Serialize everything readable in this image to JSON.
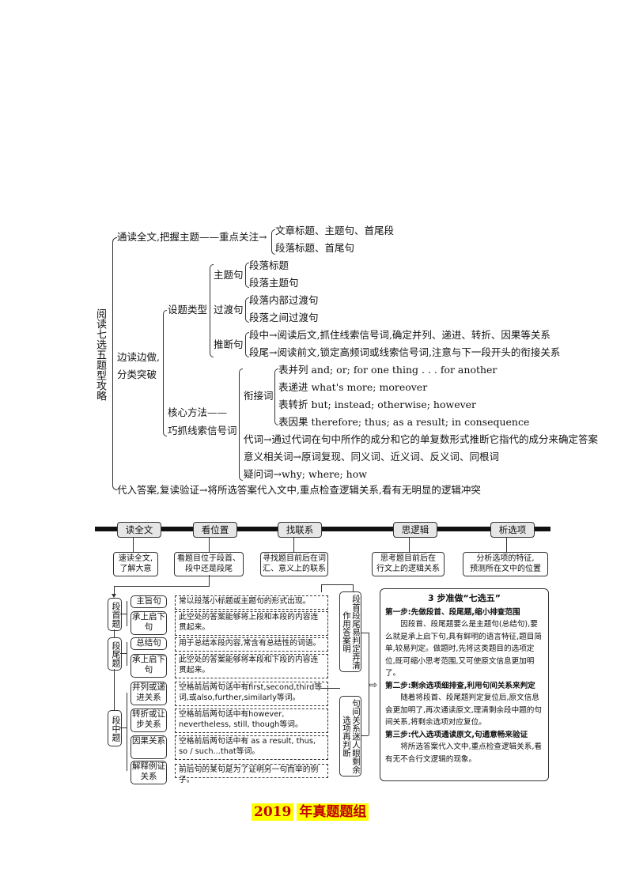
{
  "mindmap": {
    "root": "阅读七选五题型攻略",
    "branch1": {
      "label": "通读全文,把握主题——重点关注→",
      "items": [
        "文章标题、主题句、首尾段",
        "段落标题、首尾句"
      ]
    },
    "branch2": {
      "label_line1": "边读边做,",
      "label_line2": "分类突破",
      "question_types": {
        "label": "设题类型",
        "topic_sentence": {
          "label": "主题句",
          "items": [
            "段落标题",
            "段落主题句"
          ]
        },
        "transition_sentence": {
          "label": "过渡句",
          "items": [
            "段落内部过渡句",
            "段落之间过渡句"
          ]
        },
        "inference_sentence": {
          "label": "推断句",
          "items": [
            "段中→阅读后文,抓住线索信号词,确定并列、递进、转折、因果等关系",
            "段尾→阅读前文,锁定高频词或线索信号词,注意与下一段开头的衔接关系"
          ]
        }
      },
      "core_method": {
        "label_line1": "核心方法——",
        "label_line2": "巧抓线索信号词",
        "connectives": {
          "label": "衔接词",
          "items": [
            "表并列 and; or; for one thing . . . for another",
            "表递进 what's more; moreover",
            "表转折 but; instead; otherwise; however",
            "表因果 therefore; thus; as a result; in consequence"
          ]
        },
        "others": [
          "代词→通过代词在句中所作的成分和它的单复数形式推断它指代的成分来确定答案",
          "意义相关词→原词复现、同义词、近义词、反义词、同根词",
          "疑问词→why; where; how"
        ]
      }
    },
    "branch3": {
      "label": "代入答案,复读验证→将所选答案代入文中,重点检查逻辑关系,看有无明显的逻辑冲突"
    }
  },
  "flow": {
    "timeline": [
      {
        "label": "读全文",
        "desc_line1": "速读全文,",
        "desc_line2": "了解大意"
      },
      {
        "label": "看位置",
        "desc_line1": "看题目位于段首、",
        "desc_line2": "段中还是段尾"
      },
      {
        "label": "找联系",
        "desc_line1": "寻找题目前后在词",
        "desc_line2": "汇、意义上的联系"
      },
      {
        "label": "思逻辑",
        "desc_line1": "思考题目前后在",
        "desc_line2": "行文上的逻辑关系"
      },
      {
        "label": "析选项",
        "desc_line1": "分析选项的特征,",
        "desc_line2": "预测所在文中的位置"
      }
    ],
    "positions": [
      {
        "label": "段首题",
        "rows": [
          {
            "type": "主旨句",
            "text": "常以段落小标题或主题句的形式出现。"
          },
          {
            "type": "承上启下句",
            "text": "此空处的答案能够将上段和本段的内容连贯起来。"
          }
        ]
      },
      {
        "label": "段尾题",
        "rows": [
          {
            "type": "总结句",
            "text": "用于总结本段内容,常含有总结性的词语。"
          },
          {
            "type": "承上启下句",
            "text": "此空处的答案能够将本段和下段的内容连贯起来。"
          }
        ]
      },
      {
        "label": "段中题",
        "rows": [
          {
            "type": "并列或递进关系",
            "text": "空格前后两句话中有first,second,third等词,或also,further,similarly等词。"
          },
          {
            "type": "转折或让步关系",
            "text": "空格前后两句话中有however, nevertheless, still, though等词。"
          },
          {
            "type": "因果关系",
            "text": "空格前后两句话中有 as a result, thus, so / such...that等词。"
          },
          {
            "type": "解释例证关系",
            "text": "前后句的某句是为了证明另一句而举的例子。"
          }
        ]
      }
    ],
    "side_notes": [
      "段首段尾易判定弄清作用答案明",
      "句间关系迷人眼剩余选项再判断"
    ],
    "steps_box": {
      "title": "3 步准做“七选五”",
      "step1_head": "第一步:先做段首、段尾题,缩小排查范围",
      "step1_body": "因段首、段尾题要么是主题句(总结句),要么就是承上启下句,具有鲜明的语言特征,题目简单,较易判定。做题时,先将这类题目的选项定位,既可缩小思考范围,又可使原文信息更加明了。",
      "step2_head": "第二步:剩余选项细排查,利用句间关系来判定",
      "step2_body": "随着将段首、段尾题判定复位后,原文信息会更加明了,再次通读原文,理清剩余段中题的句间关系,将剩余选项对应复位。",
      "step3_head": "第三步:代入选项通读原文,句通意畅来验证",
      "step3_body": "将所选答案代入文中,重点检查逻辑关系,看有无不合行文逻辑的现象。"
    }
  },
  "section_title": {
    "year": "2019",
    "text": "年真题题组",
    "color": "#c00000",
    "highlight": "#ffff00"
  }
}
